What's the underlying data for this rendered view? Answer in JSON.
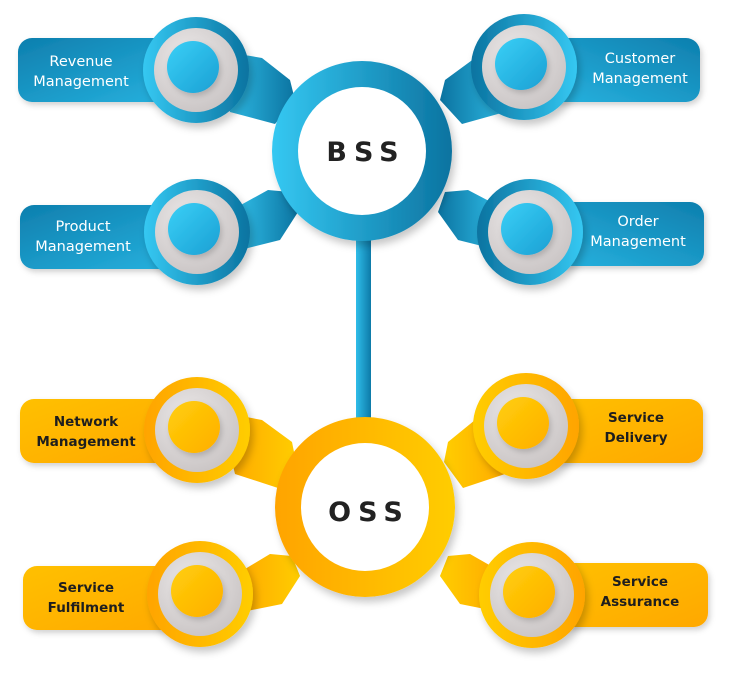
{
  "diagram": {
    "title": "BSS / OSS",
    "colors": {
      "blue_light": "#33c4ef",
      "blue_dark": "#0a78a6",
      "yellow_light": "#ffcc00",
      "yellow_dark": "#ffa500",
      "ring_gray": "#d6d2d2",
      "text_dark": "#222222",
      "text_light": "#ffffff"
    },
    "hubs": {
      "bss": {
        "label": "BSS"
      },
      "oss": {
        "label": "OSS"
      }
    },
    "bss_nodes": [
      {
        "id": "revenue-management",
        "line1": "Revenue",
        "line2": "Management"
      },
      {
        "id": "customer-management",
        "line1": "Customer",
        "line2": "Management"
      },
      {
        "id": "product-management",
        "line1": "Product",
        "line2": "Management"
      },
      {
        "id": "order-management",
        "line1": "Order",
        "line2": "Management"
      }
    ],
    "oss_nodes": [
      {
        "id": "network-management",
        "line1": "Network",
        "line2": "Management"
      },
      {
        "id": "service-delivery",
        "line1": "Service",
        "line2": "Delivery"
      },
      {
        "id": "service-fulfilment",
        "line1": "Service",
        "line2": "Fulfilment"
      },
      {
        "id": "service-assurance",
        "line1": "Service",
        "line2": "Assurance"
      }
    ]
  }
}
